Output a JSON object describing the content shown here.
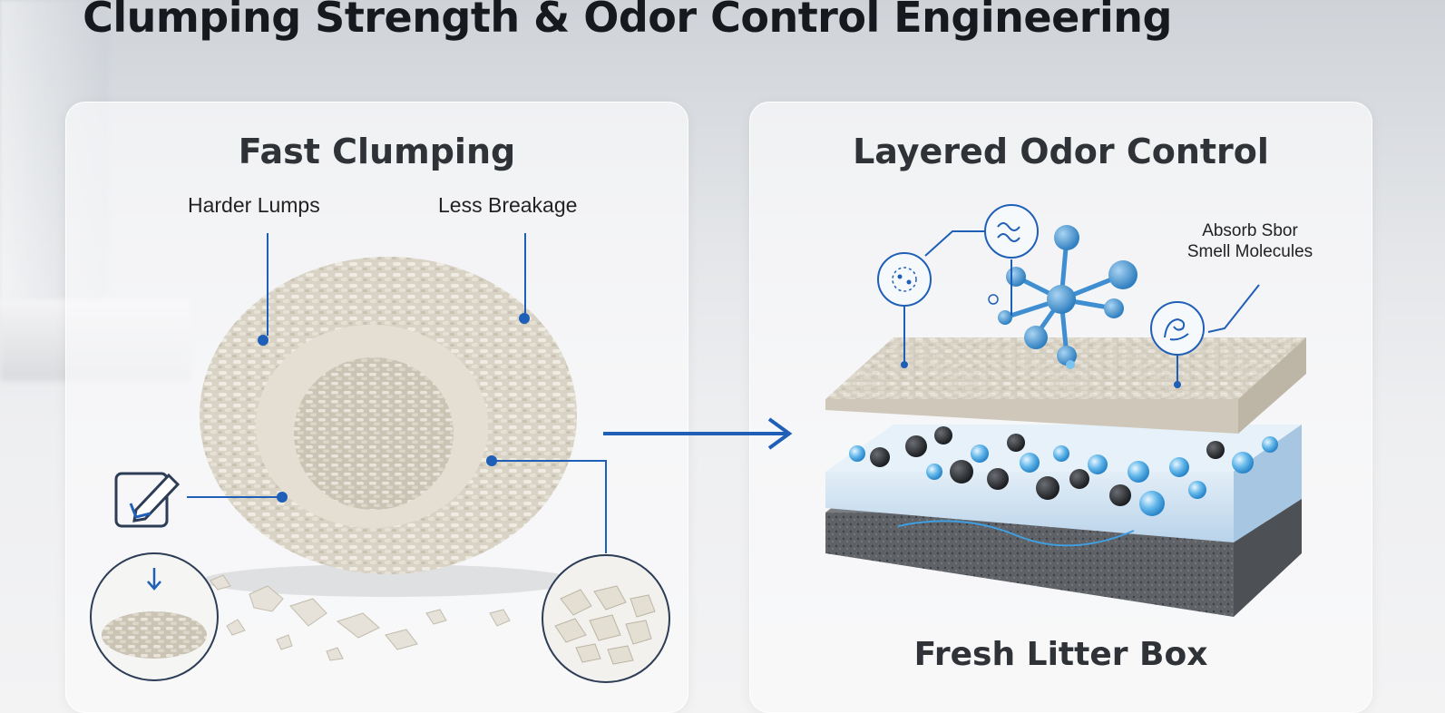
{
  "title": "Clumping Strength & Odor Control Engineering",
  "left_panel": {
    "title": "Fast Clumping",
    "callouts": {
      "harder": "Harder Lumps",
      "less": "Less Breakage"
    }
  },
  "right_panel": {
    "title": "Layered Odor Control",
    "callout_line1": "Absorb Sbor",
    "callout_line2": "Smell Molecules",
    "bottom": "Fresh Litter Box"
  },
  "colors": {
    "accent": "#1f5fb8",
    "molecule": "#3f8ed1"
  }
}
